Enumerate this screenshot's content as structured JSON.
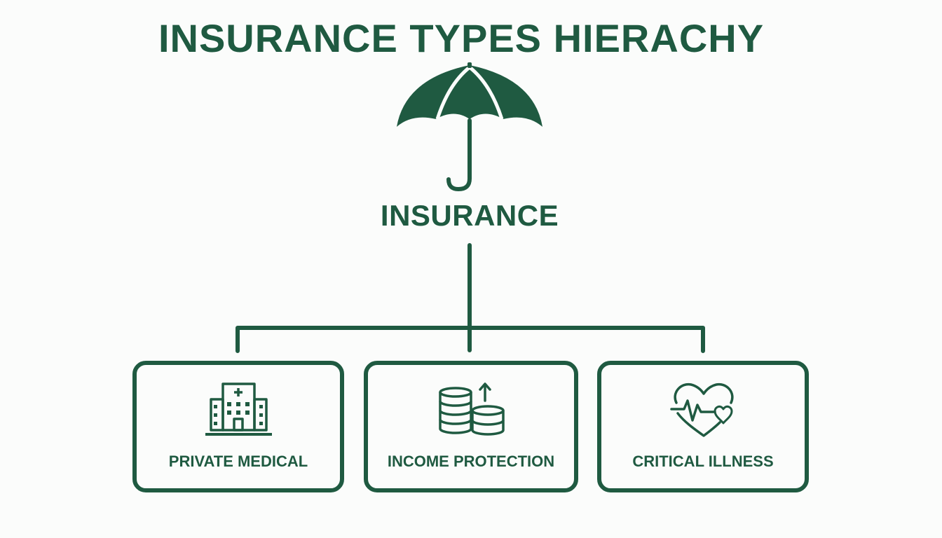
{
  "diagram": {
    "title": "INSURANCE TYPES HIERACHY",
    "root": {
      "label": "INSURANCE",
      "icon": "umbrella-icon"
    },
    "children": [
      {
        "label": "PRIVATE MEDICAL",
        "icon": "hospital-icon"
      },
      {
        "label": "INCOME PROTECTION",
        "icon": "coin-stacks-arrow-up-icon"
      },
      {
        "label": "CRITICAL ILLNESS",
        "icon": "heart-pulse-icon"
      }
    ],
    "colors": {
      "primary": "#1f5a41",
      "background": "#fbfcfb"
    }
  }
}
